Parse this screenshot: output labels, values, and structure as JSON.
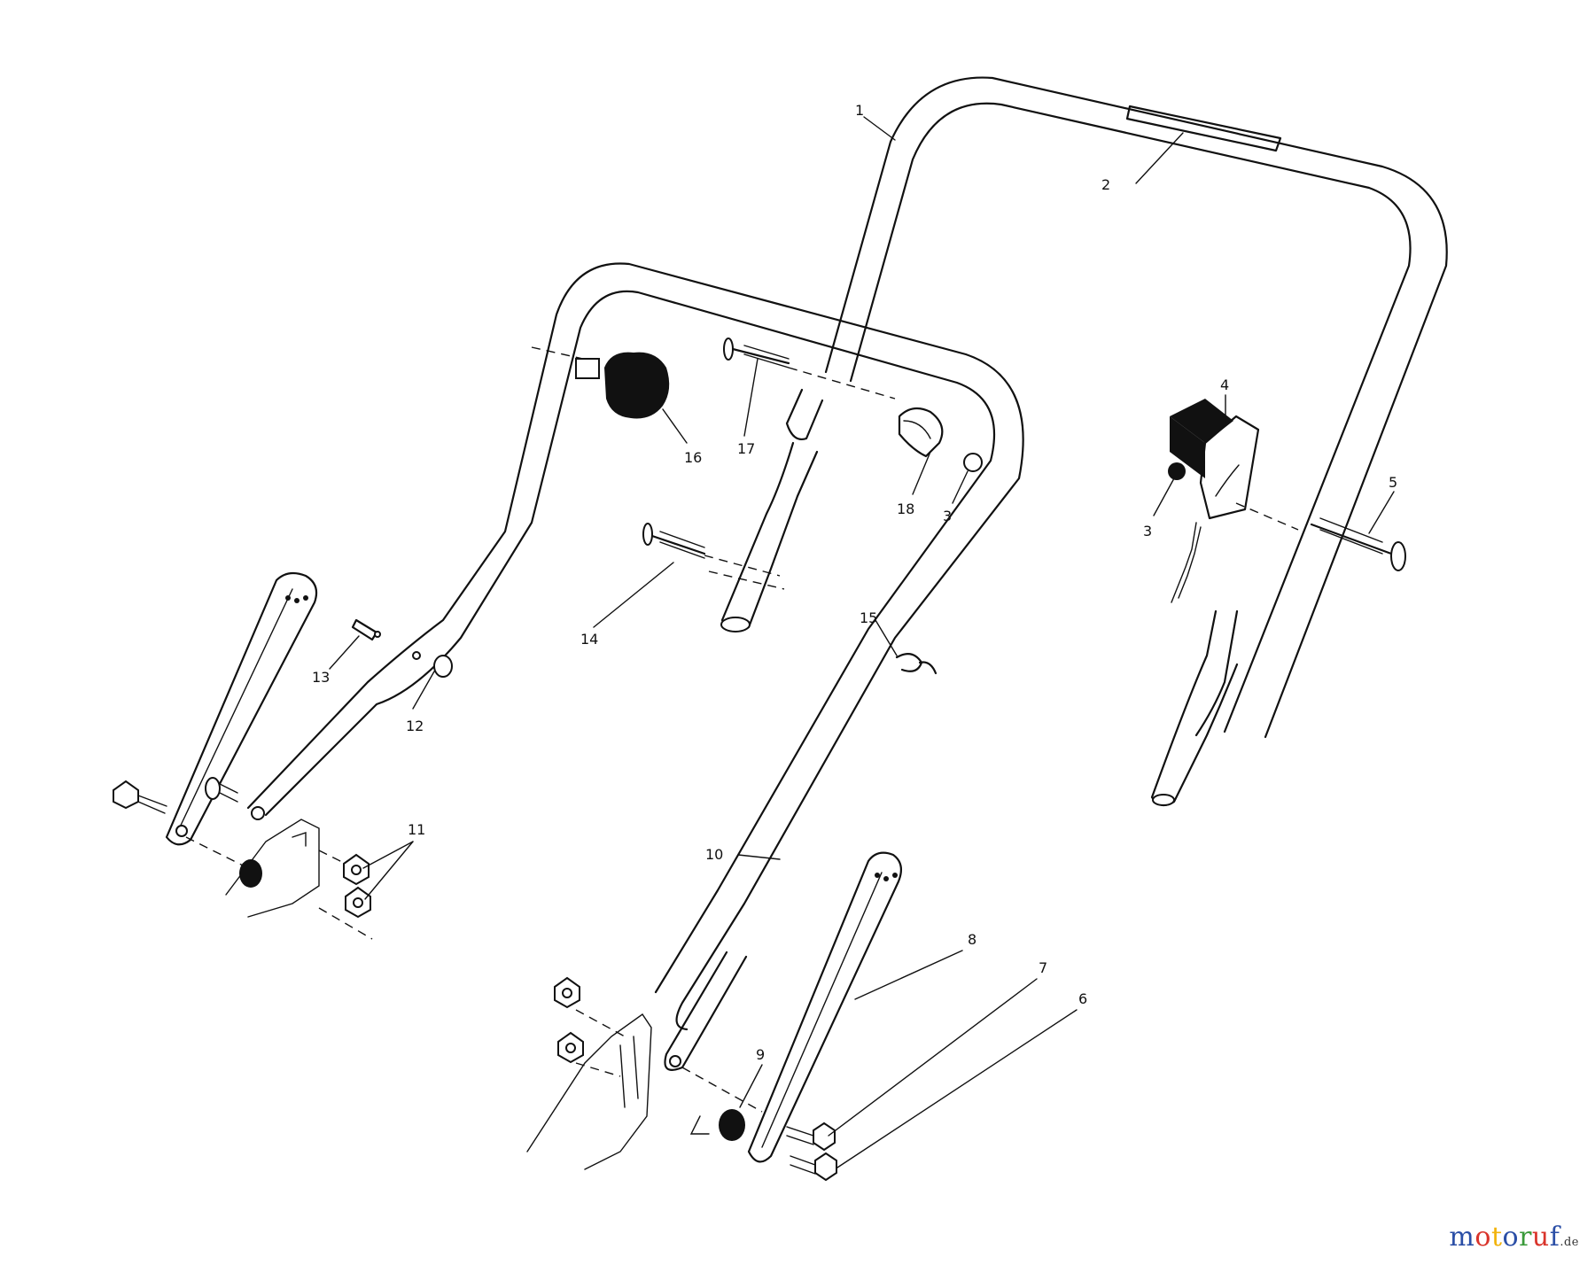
{
  "parts": [
    {
      "num": "1",
      "part": "upper-handle"
    },
    {
      "num": "2",
      "part": "handle-grip"
    },
    {
      "num": "3",
      "part": "nut"
    },
    {
      "num": "3",
      "part": "nut"
    },
    {
      "num": "4",
      "part": "control-box"
    },
    {
      "num": "5",
      "part": "bolt"
    },
    {
      "num": "6",
      "part": "bolt"
    },
    {
      "num": "7",
      "part": "bolt"
    },
    {
      "num": "8",
      "part": "brace"
    },
    {
      "num": "9",
      "part": "spacer"
    },
    {
      "num": "10",
      "part": "lower-handle"
    },
    {
      "num": "11",
      "part": "nut"
    },
    {
      "num": "12",
      "part": "nut"
    },
    {
      "num": "13",
      "part": "pin"
    },
    {
      "num": "14",
      "part": "bolt"
    },
    {
      "num": "15",
      "part": "cable-clip"
    },
    {
      "num": "16",
      "part": "knob"
    },
    {
      "num": "17",
      "part": "bolt"
    },
    {
      "num": "18",
      "part": "cable-guide"
    }
  ],
  "watermark": {
    "letters": [
      "m",
      "o",
      "t",
      "o",
      "r",
      "u",
      "f"
    ],
    "letter_colors": [
      "#2a4ea6",
      "#d9342b",
      "#f2b30c",
      "#2a4ea6",
      "#3a9a3a",
      "#d9342b",
      "#2a4ea6"
    ],
    "suffix": ".de"
  }
}
